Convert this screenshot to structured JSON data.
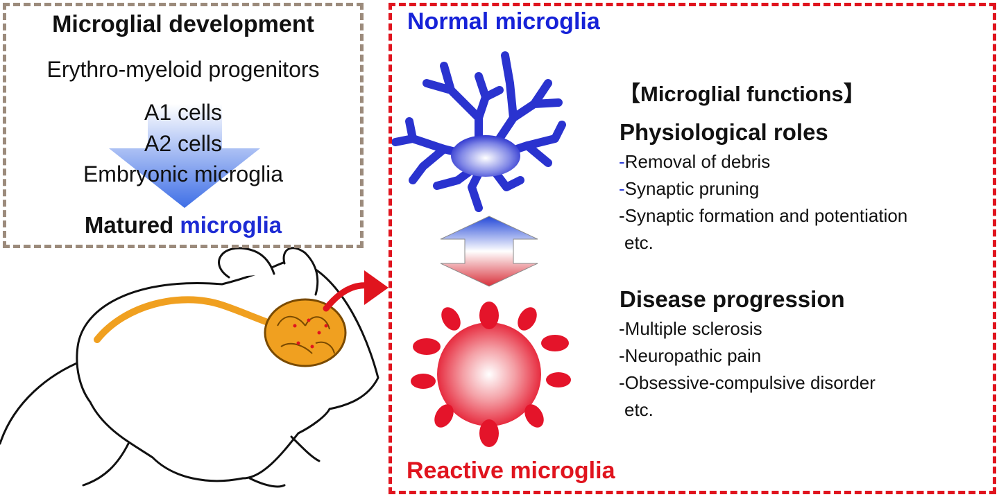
{
  "development": {
    "title": "Microglial development",
    "progenitors": "Erythro-myeloid progenitors",
    "stage1": "A1 cells",
    "stage2": "A2 cells",
    "stage3": "Embryonic microglia",
    "matured_prefix": "Matured ",
    "matured_word": "microglia"
  },
  "states": {
    "normal": "Normal microglia",
    "reactive": "Reactive microglia"
  },
  "functions": {
    "heading": "【Microglial functions】",
    "physiological": {
      "title": "Physiological roles",
      "items": [
        "Removal of debris",
        "Synaptic pruning",
        "Synaptic formation and potentiation"
      ],
      "etc": "etc."
    },
    "disease": {
      "title": "Disease progression",
      "items": [
        "Multiple sclerosis",
        "Neuropathic pain",
        "Obsessive-compulsive disorder"
      ],
      "etc": "etc."
    }
  },
  "colors": {
    "normal": "#1622d8",
    "reactive": "#e0141e",
    "dev_border": "#9c8b7c",
    "spinal_cord": "#f0a020"
  }
}
